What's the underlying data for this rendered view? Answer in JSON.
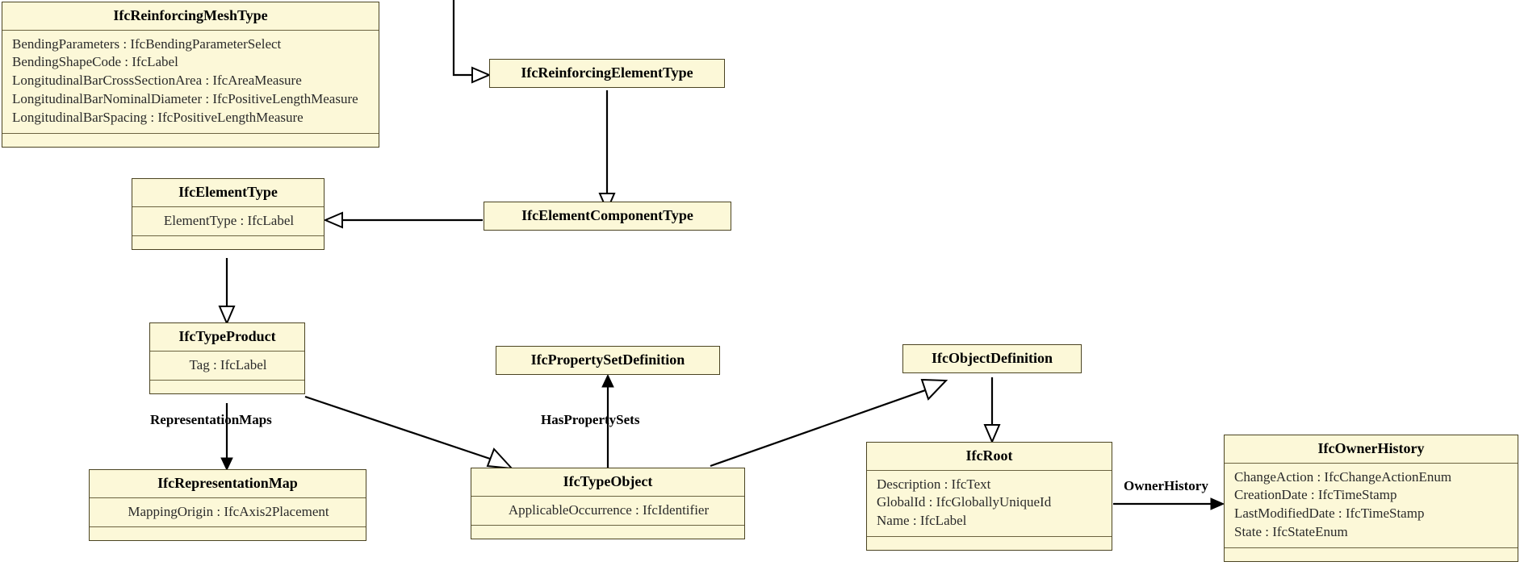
{
  "diagram": {
    "type": "uml-class-diagram",
    "title": "IfcReinforcingMeshType inheritance hierarchy",
    "colors": {
      "box_fill": "#fcf8d8",
      "box_border": "#4b4422",
      "separator": "#6b6340",
      "edge": "#000000",
      "background": "#ffffff"
    }
  },
  "classes": [
    {
      "id": "IfcReinforcingMeshType",
      "name": "IfcReinforcingMeshType",
      "attributes": [
        "BendingParameters : IfcBendingParameterSelect",
        "BendingShapeCode : IfcLabel",
        "LongitudinalBarCrossSectionArea : IfcAreaMeasure",
        "LongitudinalBarNominalDiameter : IfcPositiveLengthMeasure",
        "LongitudinalBarSpacing : IfcPositiveLengthMeasure"
      ],
      "has_operations_compartment": true
    },
    {
      "id": "IfcReinforcingElementType",
      "name": "IfcReinforcingElementType",
      "attributes": [],
      "has_operations_compartment": false
    },
    {
      "id": "IfcElementType",
      "name": "IfcElementType",
      "attributes": [
        "ElementType : IfcLabel"
      ],
      "has_operations_compartment": true
    },
    {
      "id": "IfcElementComponentType",
      "name": "IfcElementComponentType",
      "attributes": [],
      "has_operations_compartment": false
    },
    {
      "id": "IfcTypeProduct",
      "name": "IfcTypeProduct",
      "attributes": [
        "Tag : IfcLabel"
      ],
      "has_operations_compartment": true
    },
    {
      "id": "IfcPropertySetDefinition",
      "name": "IfcPropertySetDefinition",
      "attributes": [],
      "has_operations_compartment": false
    },
    {
      "id": "IfcObjectDefinition",
      "name": "IfcObjectDefinition",
      "attributes": [],
      "has_operations_compartment": false
    },
    {
      "id": "IfcRepresentationMap",
      "name": "IfcRepresentationMap",
      "attributes": [
        "MappingOrigin : IfcAxis2Placement"
      ],
      "has_operations_compartment": true
    },
    {
      "id": "IfcTypeObject",
      "name": "IfcTypeObject",
      "attributes": [
        "ApplicableOccurrence : IfcIdentifier"
      ],
      "has_operations_compartment": true
    },
    {
      "id": "IfcRoot",
      "name": "IfcRoot",
      "attributes": [
        "Description : IfcText",
        "GlobalId : IfcGloballyUniqueId",
        "Name : IfcLabel"
      ],
      "has_operations_compartment": true
    },
    {
      "id": "IfcOwnerHistory",
      "name": "IfcOwnerHistory",
      "attributes": [
        "ChangeAction : IfcChangeActionEnum",
        "CreationDate : IfcTimeStamp",
        "LastModifiedDate : IfcTimeStamp",
        "State : IfcStateEnum"
      ],
      "has_operations_compartment": true
    }
  ],
  "edge_labels": {
    "representation_maps": "RepresentationMaps",
    "has_property_sets": "HasPropertySets",
    "owner_history": "OwnerHistory"
  },
  "relationships": [
    {
      "from": "IfcReinforcingMeshType",
      "to": "IfcReinforcingElementType",
      "kind": "generalization",
      "label": ""
    },
    {
      "from": "IfcReinforcingElementType",
      "to": "IfcElementComponentType",
      "kind": "generalization",
      "label": ""
    },
    {
      "from": "IfcElementComponentType",
      "to": "IfcElementType",
      "kind": "generalization",
      "label": ""
    },
    {
      "from": "IfcElementType",
      "to": "IfcTypeProduct",
      "kind": "generalization",
      "label": ""
    },
    {
      "from": "IfcTypeProduct",
      "to": "IfcRepresentationMap",
      "kind": "association",
      "label": "RepresentationMaps"
    },
    {
      "from": "IfcTypeProduct",
      "to": "IfcTypeObject",
      "kind": "generalization",
      "label": ""
    },
    {
      "from": "IfcTypeObject",
      "to": "IfcPropertySetDefinition",
      "kind": "association",
      "label": "HasPropertySets"
    },
    {
      "from": "IfcTypeObject",
      "to": "IfcObjectDefinition",
      "kind": "generalization",
      "label": ""
    },
    {
      "from": "IfcObjectDefinition",
      "to": "IfcRoot",
      "kind": "generalization",
      "label": ""
    },
    {
      "from": "IfcRoot",
      "to": "IfcOwnerHistory",
      "kind": "association",
      "label": "OwnerHistory"
    }
  ]
}
